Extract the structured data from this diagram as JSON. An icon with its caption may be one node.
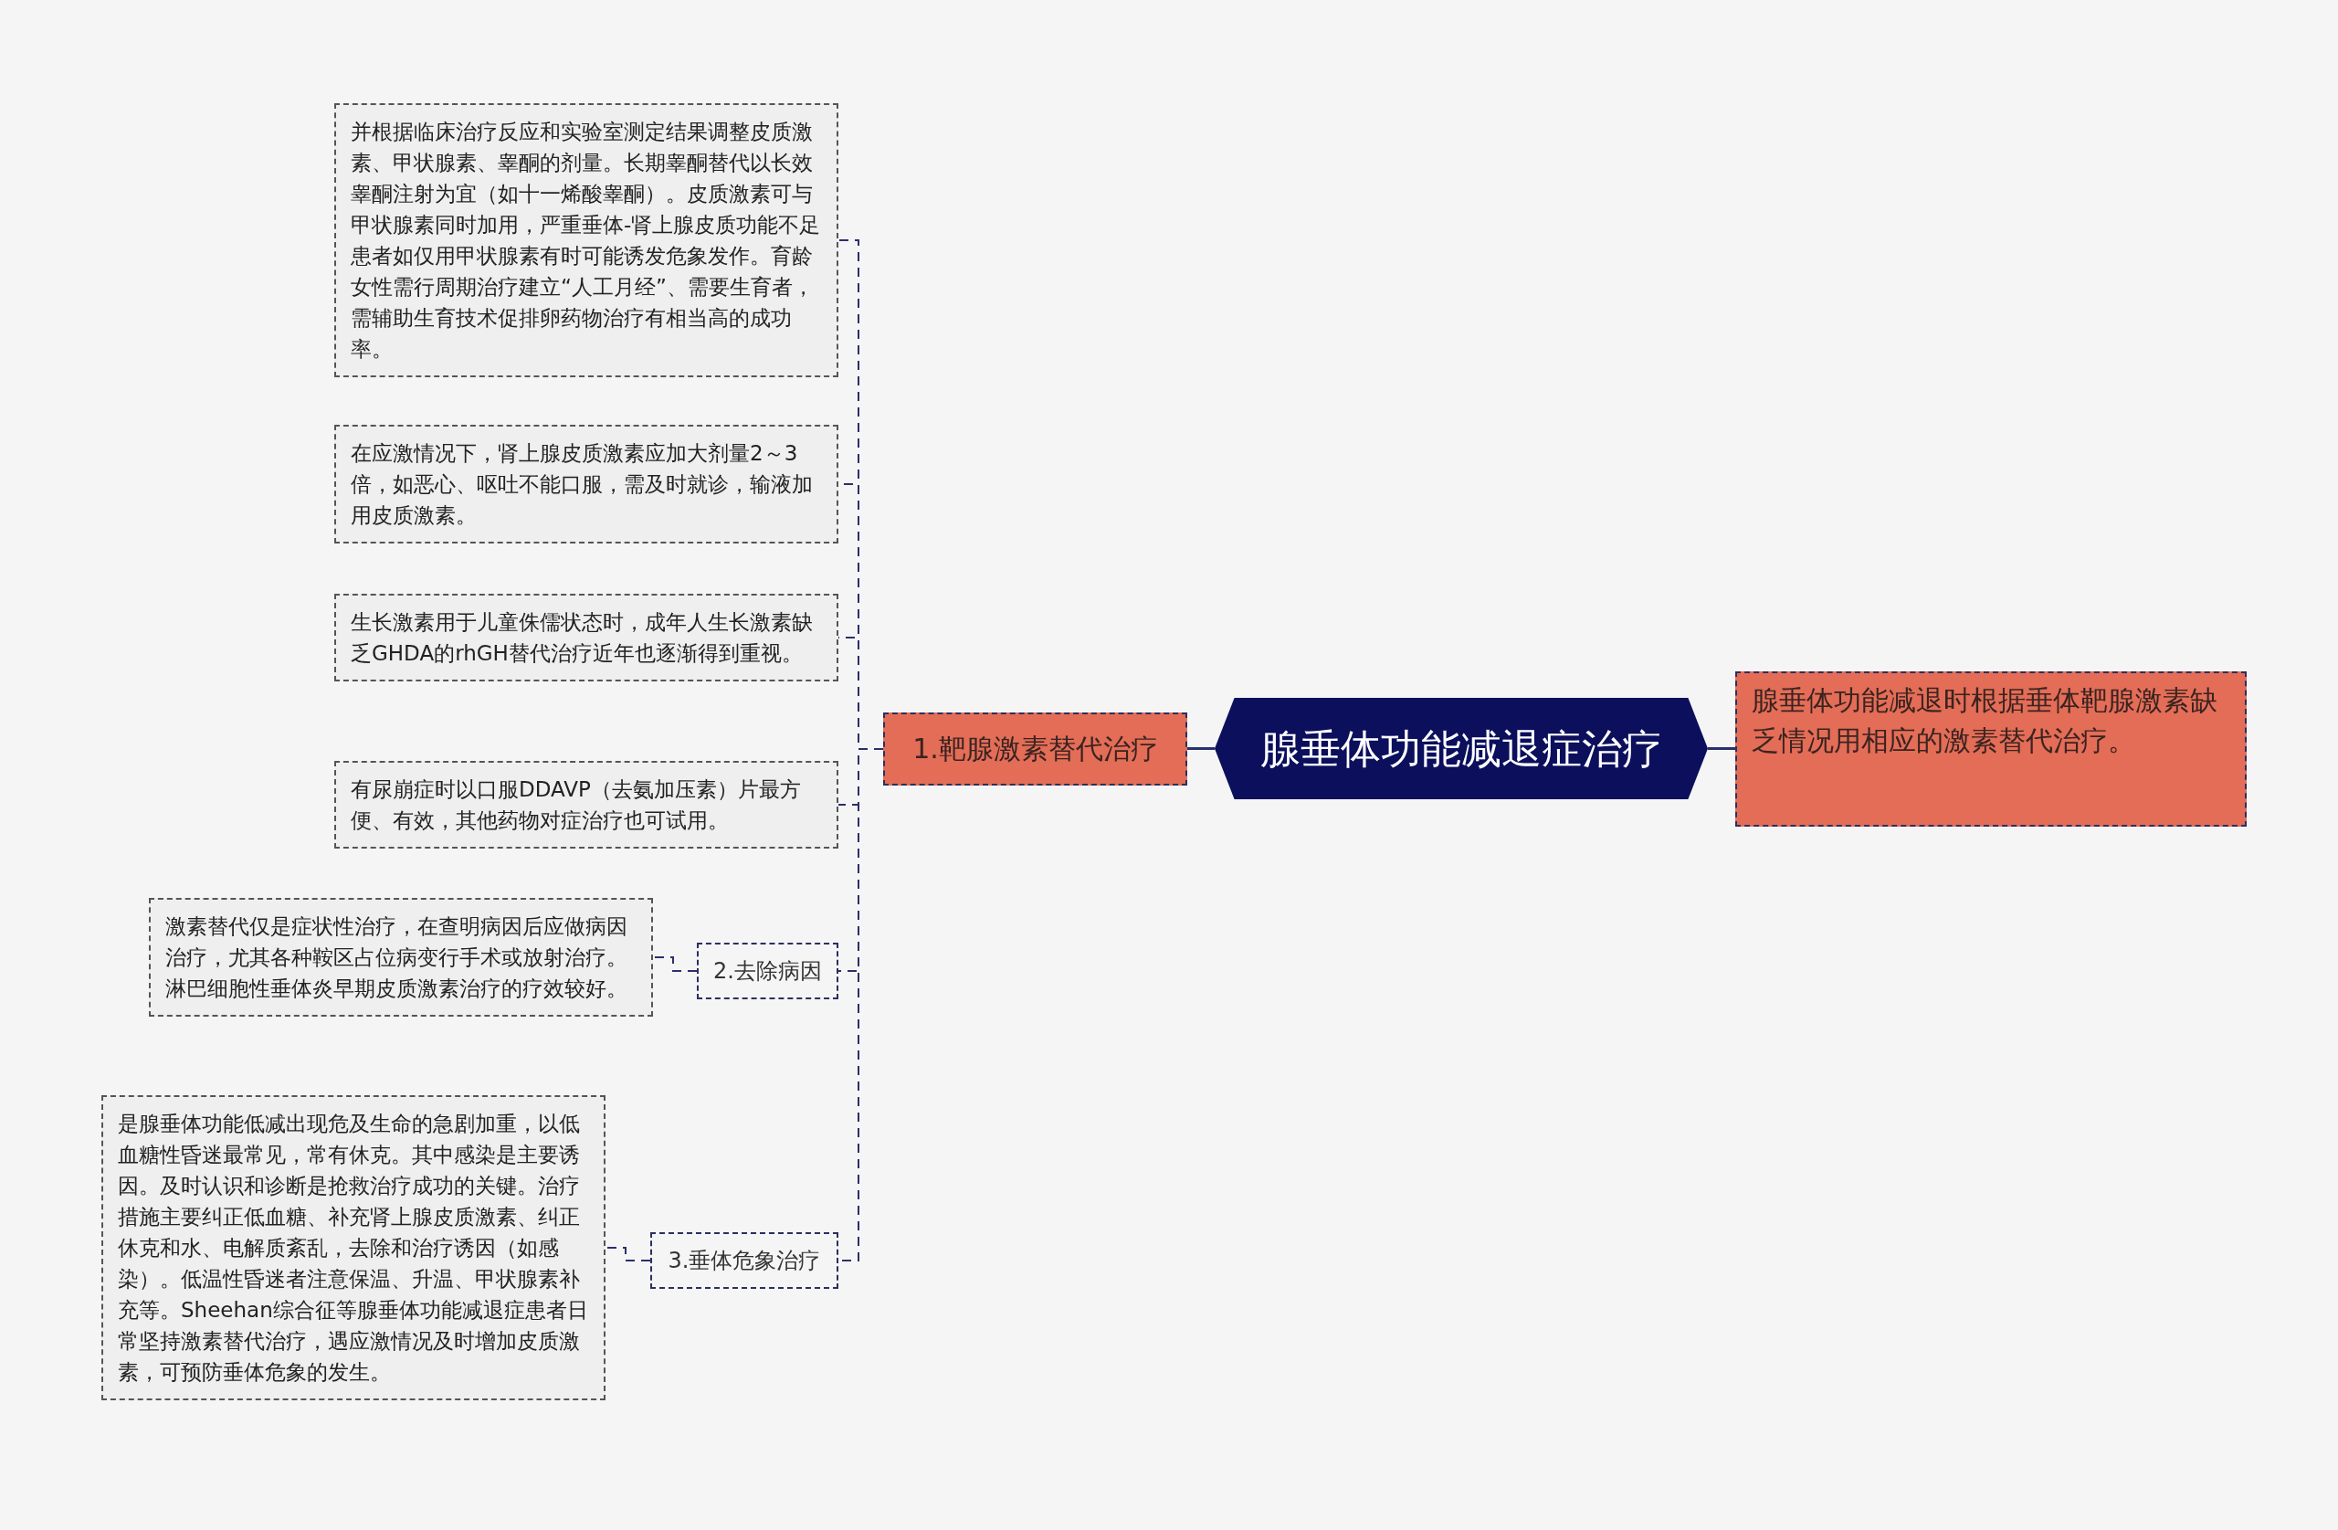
{
  "diagram": {
    "nodes": [
      {
        "text": [
          "腺垂体功能减退症治疗"
        ]
      },
      {
        "text": [
          "腺垂体功能减退时根据垂体靶腺激素缺乏情况用相应的激素替代治疗。"
        ]
      },
      {
        "text": [
          "1.靶腺激素替代治疗"
        ]
      },
      {
        "text": [
          "并根据临床治疗反应和实验室测定结果调整皮质激素、甲状腺素、睾酮的剂量。长期睾酮替代以长效睾酮注射为宜（如十一烯酸睾酮）。皮质激素可与甲状腺素同时加用，严重垂体-肾上腺皮质功能不足患者如仅用甲状腺素有时可能诱发危象发作。育龄女性需行周期治疗建立“人工月经”、需要生育者，需辅助生育技术促排卵药物治疗有相当高的成功率。"
        ]
      },
      {
        "text": [
          "在应激情况下，肾上腺皮质激素应加大剂量2～3倍，如恶心、呕吐不能口服，需及时就诊，输液加用皮质激素。"
        ]
      },
      {
        "text": [
          "生长激素用于儿童侏儒状态时，成年人生长激素缺乏GHDA的rhGH替代治疗近年也逐渐得到重视。"
        ]
      },
      {
        "text": [
          "有尿崩症时以口服DDAVP（去氨加压素）片最方便、有效，其他药物对症治疗也可试用。"
        ]
      },
      {
        "text": [
          "2.去除病因"
        ]
      },
      {
        "text": [
          "激素替代仅是症状性治疗，在查明病因后应做病因治疗，尤其各种鞍区占位病变行手术或放射治疗。淋巴细胞性垂体炎早期皮质激素治疗的疗效较好。"
        ]
      },
      {
        "text": [
          "3.垂体危象治疗"
        ]
      },
      {
        "text": [
          "是腺垂体功能低减出现危及生命的急剧加重，以低血糖性昏迷最常见，常有休克。其中感染是主要诱因。及时认识和诊断是抢救治疗成功的关键。治疗措施主要纠正低血糖、补充肾上腺皮质激素、纠正休克和水、电解质紊乱，去除和治疗诱因（如感染）。低温性昏迷者注意保温、升温、甲状腺素补充等。Sheehan综合征等腺垂体功能减退症患者日常坚持激素替代治疗，遇应激情况及时增加皮质激素，可预防垂体危象的发生。"
        ]
      }
    ],
    "edges": [
      {
        "from": 0,
        "to": 1,
        "arrow": "none"
      },
      {
        "from": 0,
        "to": 2,
        "arrow": "none"
      },
      {
        "from": 2,
        "to": 3,
        "arrow": "none",
        "style": "dashed"
      },
      {
        "from": 2,
        "to": 4,
        "arrow": "none",
        "style": "dashed"
      },
      {
        "from": 2,
        "to": 5,
        "arrow": "none",
        "style": "dashed"
      },
      {
        "from": 2,
        "to": 6,
        "arrow": "none",
        "style": "dashed"
      },
      {
        "from": 2,
        "to": 7,
        "arrow": "none",
        "style": "dashed"
      },
      {
        "from": 2,
        "to": 9,
        "arrow": "none",
        "style": "dashed"
      },
      {
        "from": 7,
        "to": 8,
        "arrow": "none",
        "style": "dashed"
      },
      {
        "from": 9,
        "to": 10,
        "arrow": "none",
        "style": "dashed"
      }
    ]
  }
}
